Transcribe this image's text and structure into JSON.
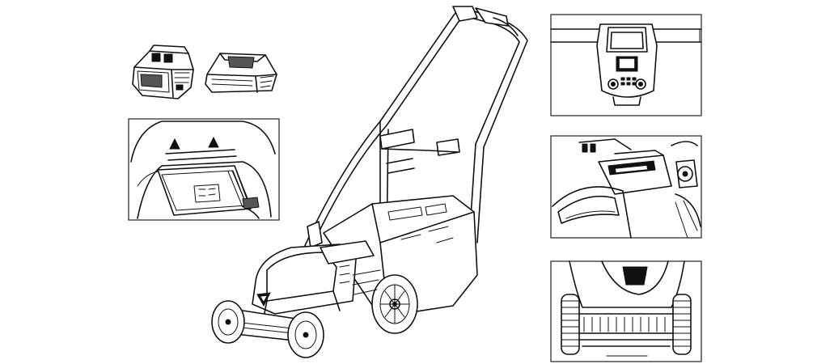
{
  "figure": {
    "panels": [
      {
        "id": "battery",
        "kind": "battery-pack"
      },
      {
        "id": "charger",
        "kind": "battery-charger"
      },
      {
        "id": "detail-battery-compartment",
        "kind": "detail-view"
      },
      {
        "id": "detail-control-panel",
        "kind": "detail-view"
      },
      {
        "id": "detail-safety-key",
        "kind": "detail-view"
      },
      {
        "id": "detail-rear-underside",
        "kind": "detail-view"
      },
      {
        "id": "main-lawn-mower",
        "kind": "main-view"
      }
    ],
    "icons": [
      "battery-icon",
      "charger-icon",
      "lawn-mower-icon",
      "wheel-icon",
      "handle-icon",
      "control-panel-icon"
    ],
    "line_color": "#111111",
    "background_color": "#ffffff"
  }
}
